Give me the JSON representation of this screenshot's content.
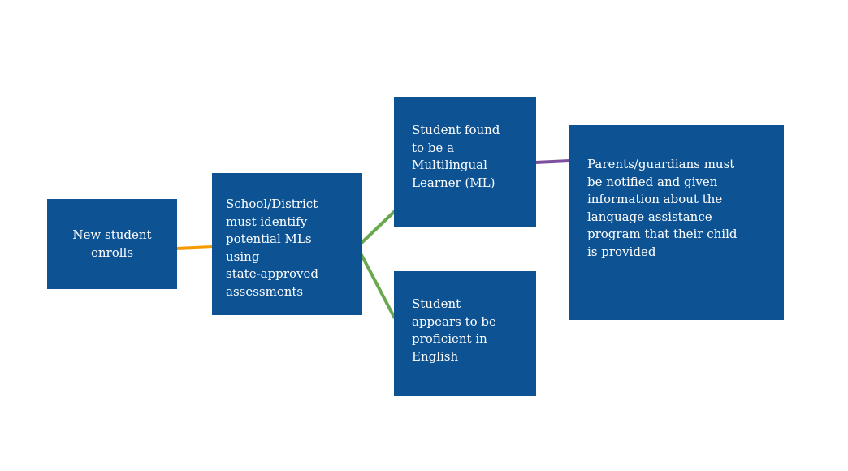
{
  "nodes": {
    "enroll": "New student\nenrolls",
    "identify": "School/District\nmust identify\npotential MLs\nusing\nstate-approved\nassessments",
    "ml": "Student found\nto be a\nMultilingual\nLearner (ML)",
    "proficient": "Student\nappears to be\nproficient in\nEnglish",
    "notify": "Parents/guardians must\nbe notified and given\ninformation about the\nlanguage assistance\nprogram that their child\nis provided"
  },
  "colors": {
    "box": "#0d5394",
    "orange": "#f59a00",
    "green": "#6aa84f",
    "purple": "#7d4f9e"
  }
}
